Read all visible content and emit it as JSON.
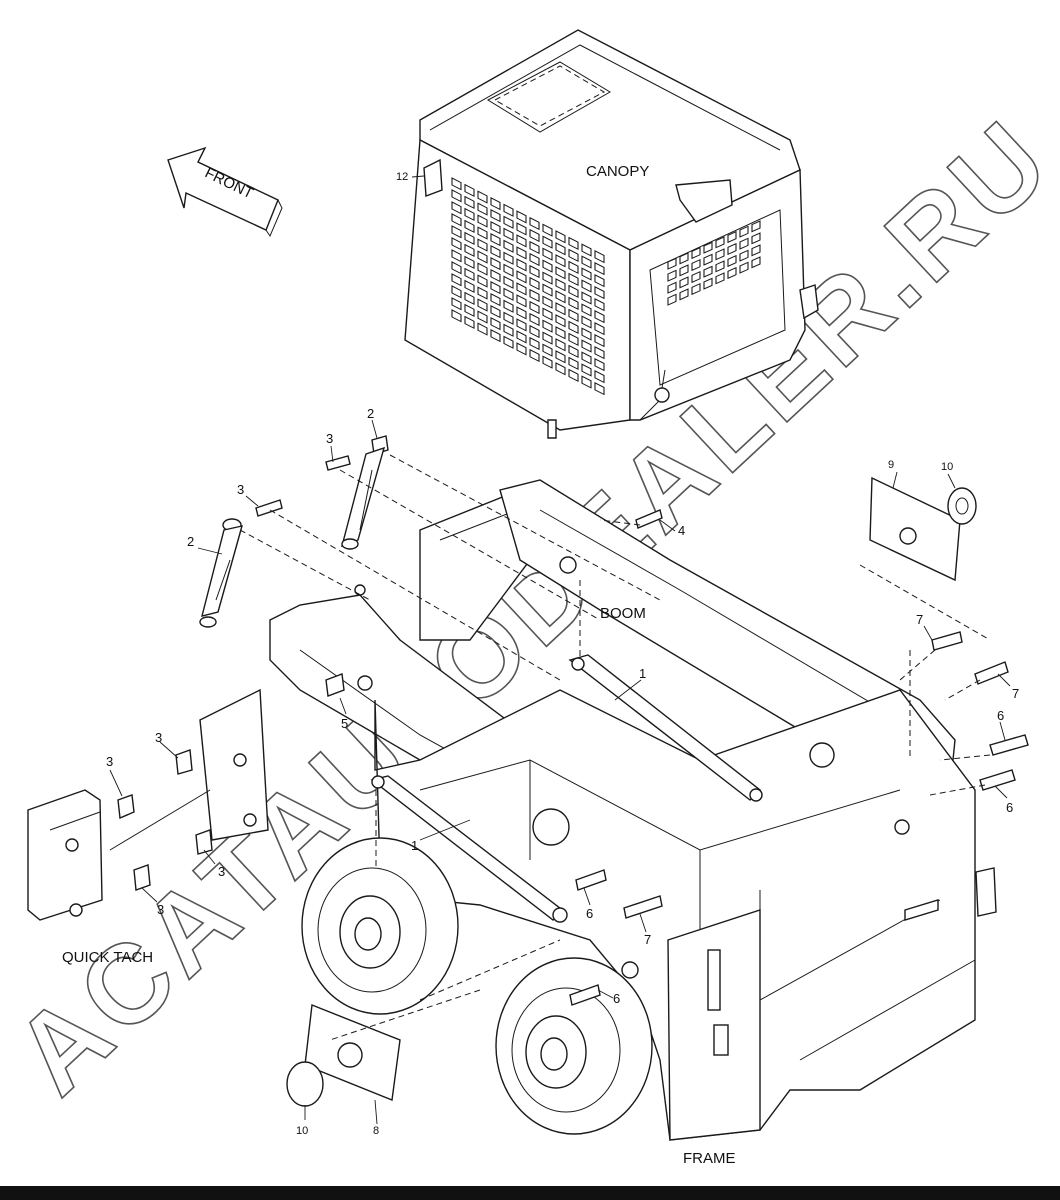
{
  "labels": {
    "canopy": "CANOPY",
    "front": "FRONT",
    "boom": "BOOM",
    "quick_tach": "QUICK TACH",
    "frame": "FRAME"
  },
  "callouts": {
    "c12": "12",
    "c2_top": "2",
    "c3_top": "3",
    "c3_left": "3",
    "c2_left": "2",
    "c4": "4",
    "c9": "9",
    "c10_top": "10",
    "c7_a": "7",
    "c7_b": "7",
    "c1_a": "1",
    "c5": "5",
    "c6_a": "6",
    "c6_b": "6",
    "c3_qa": "3",
    "c3_qb": "3",
    "c3_qc": "3",
    "c3_qd": "3",
    "c1_b": "1",
    "c6_c": "6",
    "c7_c": "7",
    "c6_d": "6",
    "c10_bot": "10",
    "c8": "8"
  },
  "watermark": "ACATAUTODEALER.RU"
}
